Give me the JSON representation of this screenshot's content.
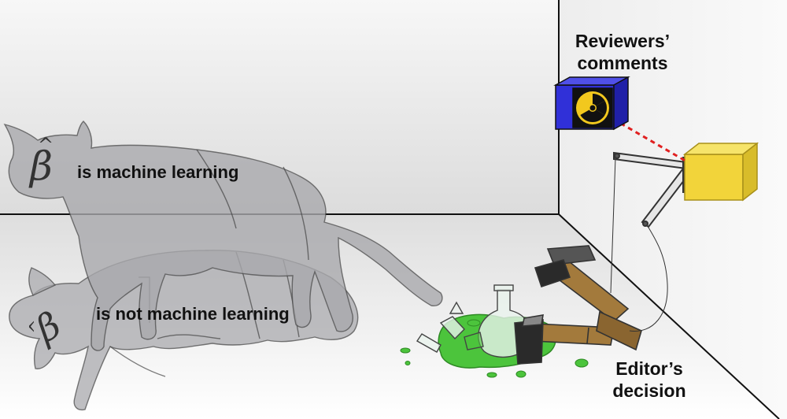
{
  "labels": {
    "reviewers": "Reviewers’\ncomments",
    "editor": "Editor’s\ndecision",
    "cat_alive": "is machine learning",
    "cat_dead": "is not machine learning"
  },
  "symbols": {
    "beta": "β",
    "hat": "^",
    "radiation_icon": "radiation-icon"
  },
  "colors": {
    "wall": "#e6e6e6",
    "floor": "#f0f0f0",
    "cat_fill": "#a9a9ad",
    "box_blue": "#3030d8",
    "box_yellow": "#f2d43a",
    "laser": "#e02020",
    "poison_green": "#4cc43c",
    "hammer_wood": "#a37a3c"
  }
}
